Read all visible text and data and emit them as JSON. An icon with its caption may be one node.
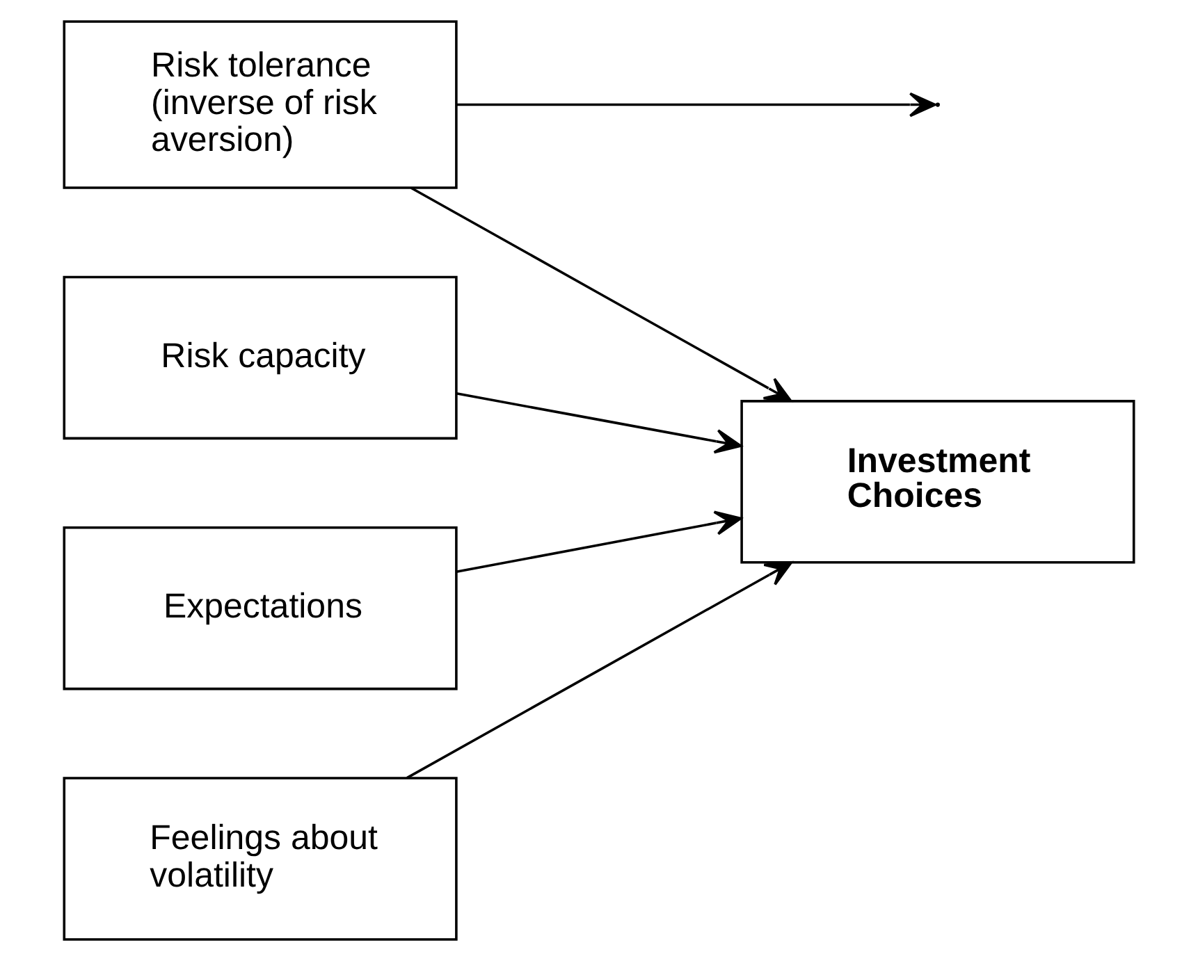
{
  "diagram": {
    "nodes": [
      {
        "text": [
          "Risk tolerance (inverse of risk aversion)"
        ]
      },
      {
        "text": [
          "Risk capacity"
        ]
      },
      {
        "text": [
          "Expectations"
        ]
      },
      {
        "text": [
          "Investment Choices"
        ]
      },
      {
        "text": [
          "Feelings about volatility"
        ]
      }
    ],
    "edges": [
      {
        "from": 0,
        "to": 3,
        "arrow": "to"
      },
      {
        "from": 0,
        "to": null,
        "arrow": "to"
      },
      {
        "from": 1,
        "to": 3,
        "arrow": "to"
      },
      {
        "from": 2,
        "to": 3,
        "arrow": "to"
      },
      {
        "from": 4,
        "to": 3,
        "arrow": "to"
      }
    ]
  }
}
